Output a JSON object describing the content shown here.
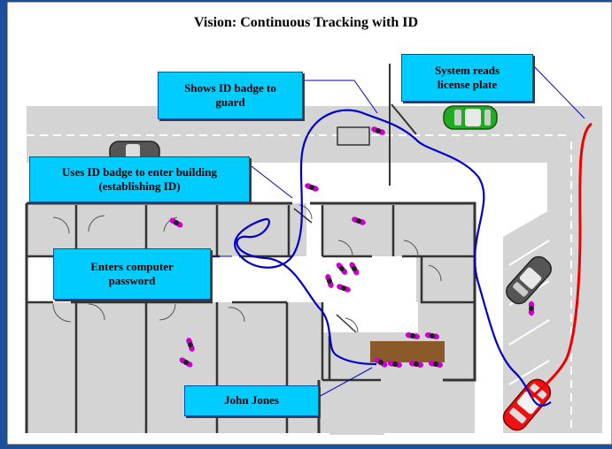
{
  "title": "Vision: Continuous Tracking with ID",
  "callouts": {
    "id_badge_guard": "Shows ID badge to\nguard",
    "license_plate": "System reads\nlicense plate",
    "enter_building": "Uses ID badge to enter building\n(establishing ID)",
    "computer_password": "Enters computer\npassword",
    "person_name": "John Jones"
  },
  "colors": {
    "track": "#0000cc",
    "car_path": "#ee0000",
    "callout_fill": "#00ccff",
    "person": "#cc00cc",
    "table": "#8b5a2b",
    "road": "#d4d4d4",
    "wall": "#333333"
  }
}
